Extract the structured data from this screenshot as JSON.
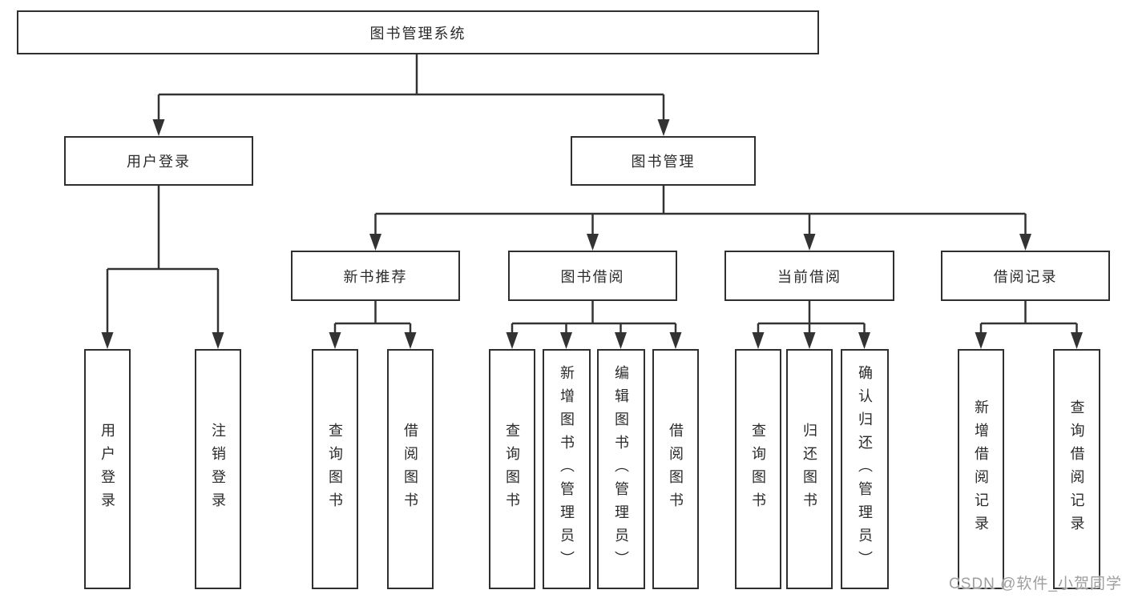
{
  "diagram": {
    "watermark": "CSDN @软件_小贺同学",
    "colors": {
      "line": "#333333",
      "box_border": "#2f2f2f",
      "text": "#2b2b2b",
      "watermark": "#9e9e9e",
      "background": "#ffffff"
    },
    "tree": {
      "label": "图书管理系统",
      "children": [
        {
          "label": "用户登录",
          "children": [
            {
              "label": "用户登录"
            },
            {
              "label": "注销登录"
            }
          ]
        },
        {
          "label": "图书管理",
          "children": [
            {
              "label": "新书推荐",
              "children": [
                {
                  "label": "查询图书"
                },
                {
                  "label": "借阅图书"
                }
              ]
            },
            {
              "label": "图书借阅",
              "children": [
                {
                  "label": "查询图书"
                },
                {
                  "label": "新增图书（管理员）"
                },
                {
                  "label": "编辑图书（管理员）"
                },
                {
                  "label": "借阅图书"
                }
              ]
            },
            {
              "label": "当前借阅",
              "children": [
                {
                  "label": "查询图书"
                },
                {
                  "label": "归还图书"
                },
                {
                  "label": "确认归还（管理员）"
                }
              ]
            },
            {
              "label": "借阅记录",
              "children": [
                {
                  "label": "新增借阅记录"
                },
                {
                  "label": "查询借阅记录"
                }
              ]
            }
          ]
        }
      ]
    }
  }
}
